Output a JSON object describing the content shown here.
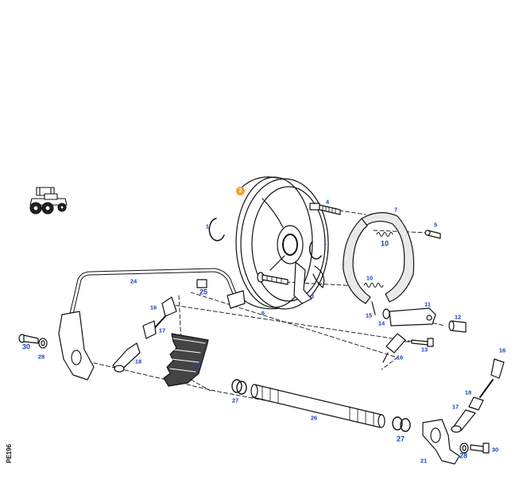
{
  "figure_code": "PE196",
  "marker": {
    "label": "2",
    "color": "#f0a030"
  },
  "callout_color": "#1a3fbf",
  "callouts": [
    {
      "id": "c1a",
      "label": "1",
      "size": "sm"
    },
    {
      "id": "c1b",
      "label": "1",
      "size": "sm"
    },
    {
      "id": "c3",
      "label": "3",
      "size": "sm"
    },
    {
      "id": "c4",
      "label": "4",
      "size": "sm"
    },
    {
      "id": "c5",
      "label": "5",
      "size": "sm"
    },
    {
      "id": "c6",
      "label": "6",
      "size": "sm"
    },
    {
      "id": "c7",
      "label": "7",
      "size": "sm"
    },
    {
      "id": "c10a",
      "label": "10",
      "size": "lg"
    },
    {
      "id": "c10b",
      "label": "10",
      "size": "sm"
    },
    {
      "id": "c11",
      "label": "11",
      "size": "sm"
    },
    {
      "id": "c12",
      "label": "12",
      "size": "sm"
    },
    {
      "id": "c13",
      "label": "13",
      "size": "sm"
    },
    {
      "id": "c14",
      "label": "14",
      "size": "sm"
    },
    {
      "id": "c15",
      "label": "15",
      "size": "sm"
    },
    {
      "id": "c16a",
      "label": "16",
      "size": "sm"
    },
    {
      "id": "c16b",
      "label": "16",
      "size": "sm"
    },
    {
      "id": "c16c",
      "label": "16",
      "size": "sm"
    },
    {
      "id": "c17a",
      "label": "17",
      "size": "sm"
    },
    {
      "id": "c17b",
      "label": "17",
      "size": "sm"
    },
    {
      "id": "c18a",
      "label": "18",
      "size": "sm"
    },
    {
      "id": "c18b",
      "label": "18",
      "size": "sm"
    },
    {
      "id": "c20",
      "label": "20",
      "size": "sm"
    },
    {
      "id": "c21",
      "label": "21",
      "size": "sm"
    },
    {
      "id": "c24",
      "label": "24",
      "size": "sm"
    },
    {
      "id": "c25",
      "label": "25",
      "size": "lg"
    },
    {
      "id": "c26",
      "label": "26",
      "size": "sm"
    },
    {
      "id": "c27a",
      "label": "27",
      "size": "sm"
    },
    {
      "id": "c27b",
      "label": "27",
      "size": "lg"
    },
    {
      "id": "c28a",
      "label": "28",
      "size": "sm"
    },
    {
      "id": "c28b",
      "label": "28",
      "size": "lg"
    },
    {
      "id": "c30a",
      "label": "30",
      "size": "lg"
    },
    {
      "id": "c30b",
      "label": "30",
      "size": "sm"
    }
  ]
}
